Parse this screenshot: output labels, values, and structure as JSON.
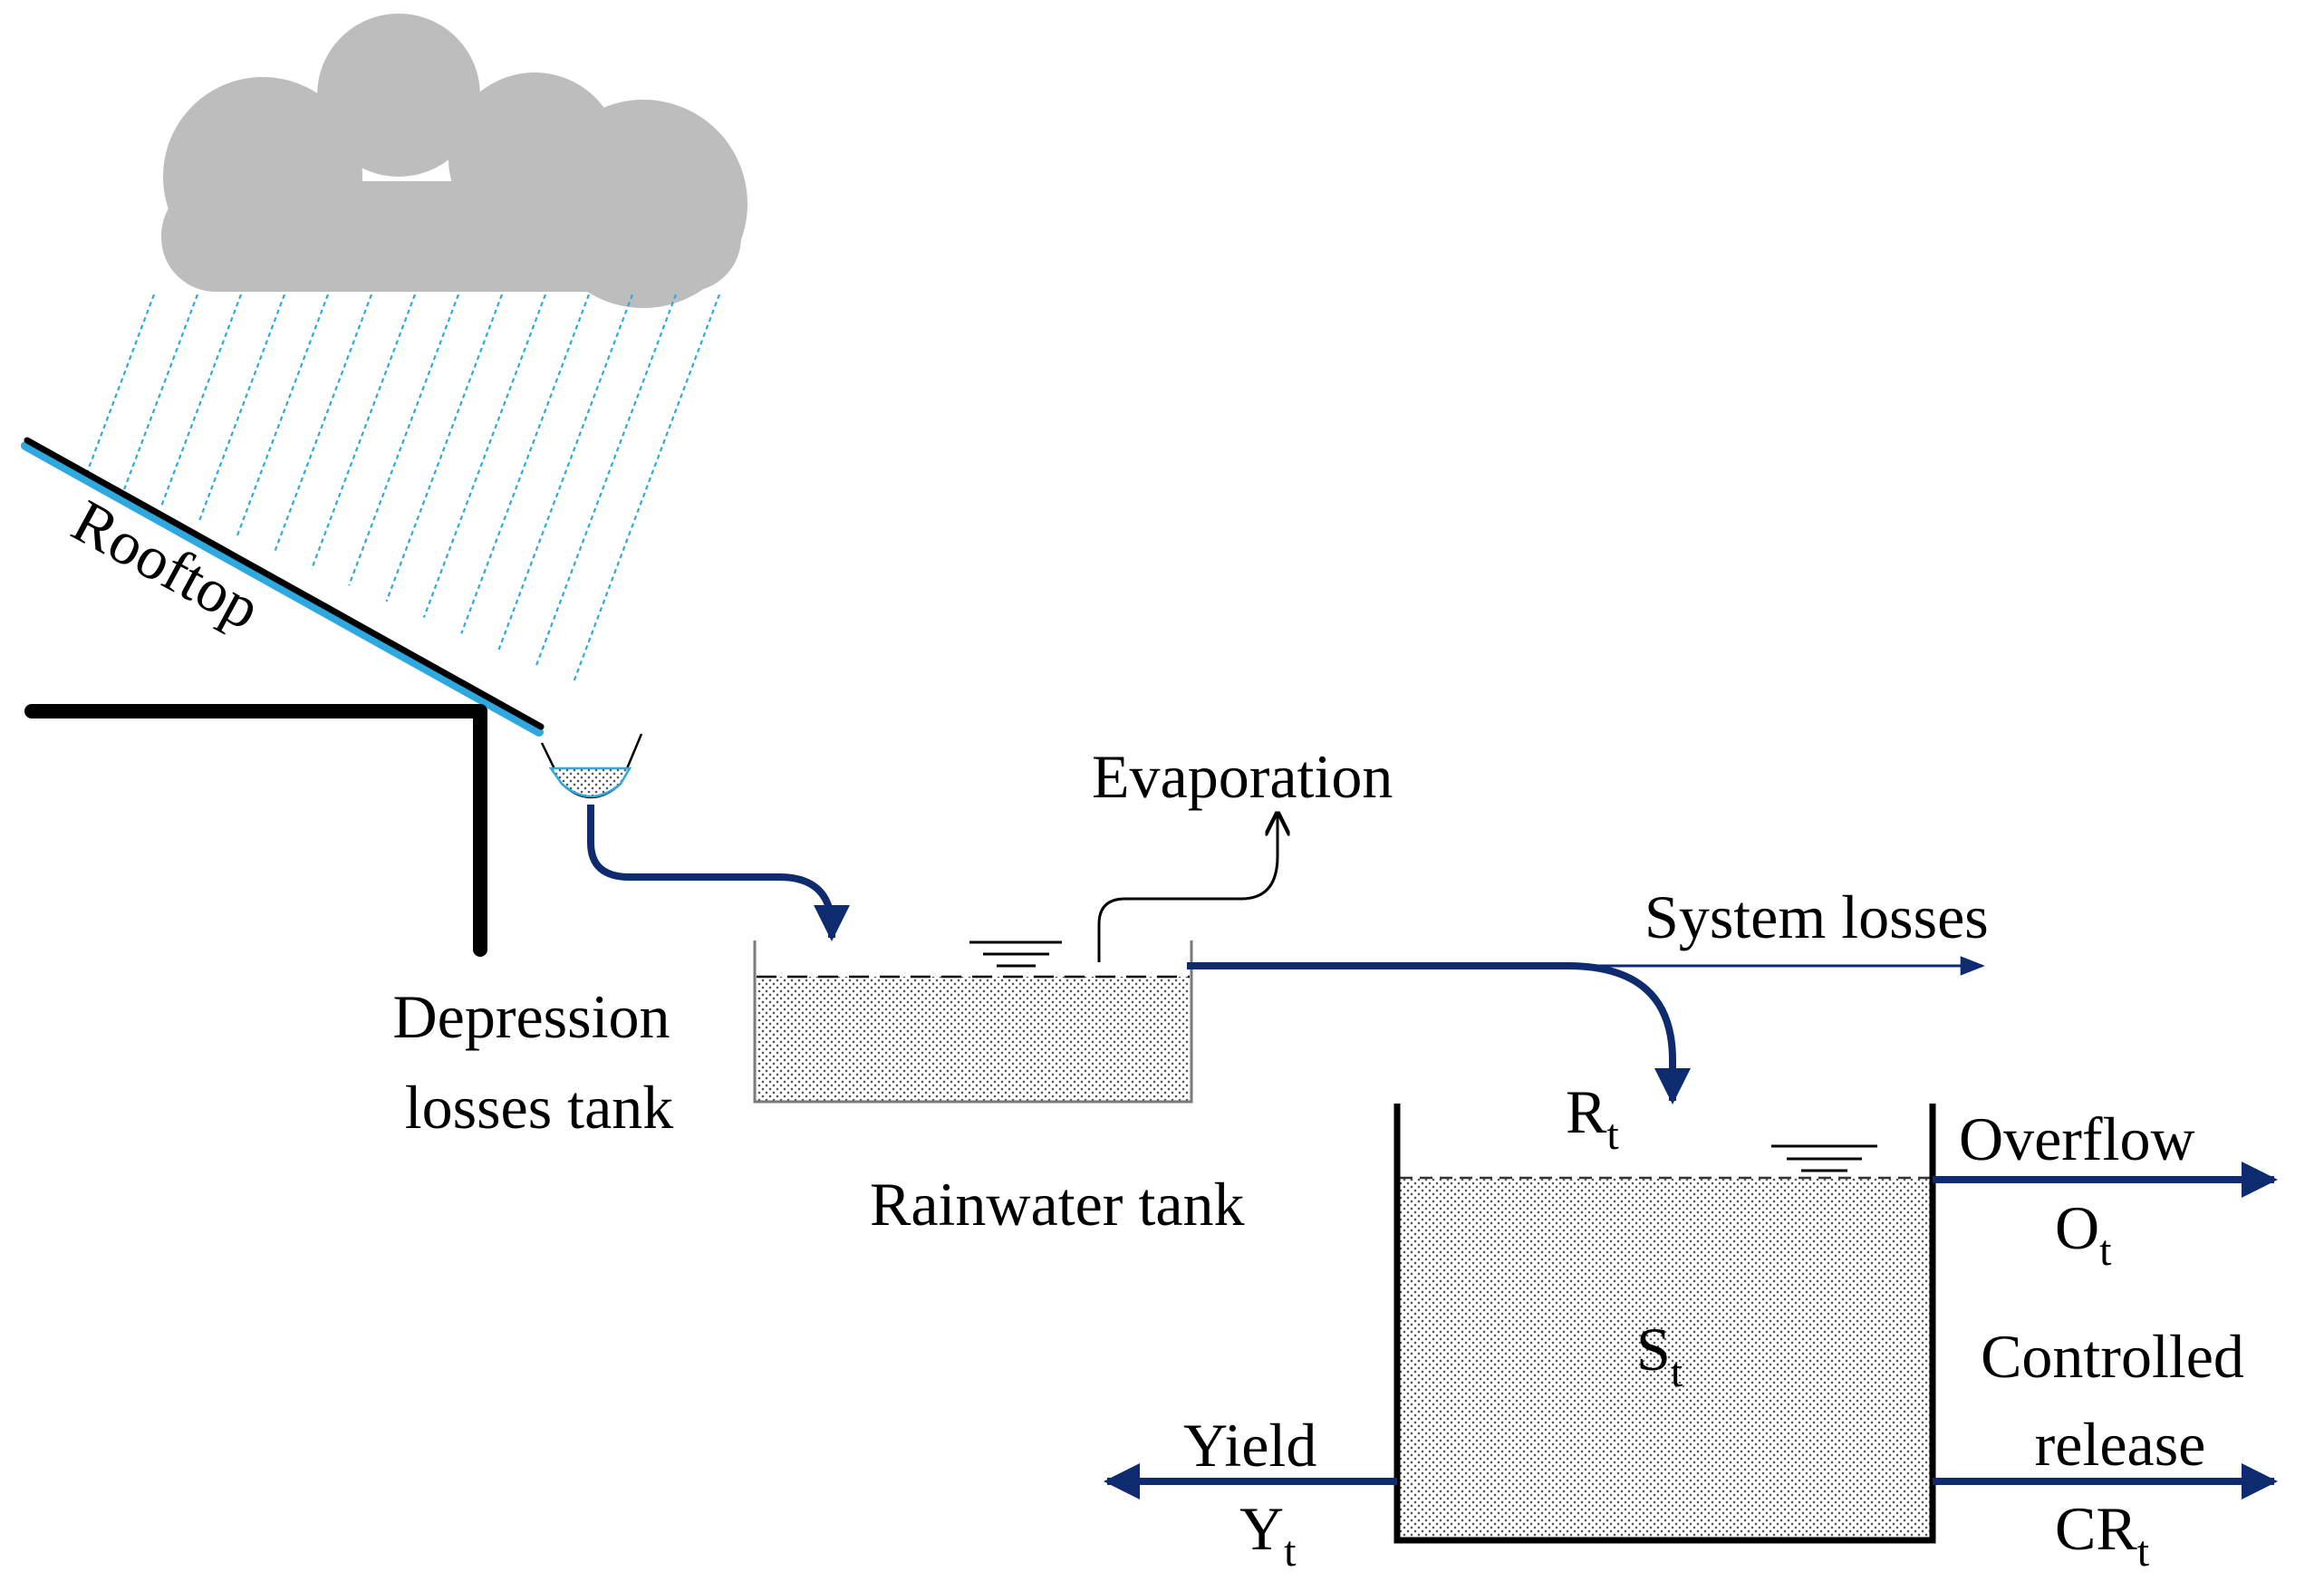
{
  "labels": {
    "rooftop": "Rooftop",
    "evaporation": "Evaporation",
    "system_losses": "System losses",
    "depression_line1": "Depression",
    "depression_line2": "losses tank",
    "rainwater_tank": "Rainwater tank",
    "overflow": "Overflow",
    "controlled_line1": "Controlled",
    "controlled_line2": "release",
    "yield": "Yield"
  },
  "symbols": {
    "R": {
      "base": "R",
      "sub": "t"
    },
    "S": {
      "base": "S",
      "sub": "t"
    },
    "O": {
      "base": "O",
      "sub": "t"
    },
    "Y": {
      "base": "Y",
      "sub": "t"
    },
    "CR": {
      "base": "CR",
      "sub": "t"
    }
  },
  "colors": {
    "cloud": "#BDBDBD",
    "rain": "#2EA9E0",
    "flow_arrow": "#0D2B6E",
    "structure": "#000000",
    "water_fill": "#F7F7F7"
  }
}
